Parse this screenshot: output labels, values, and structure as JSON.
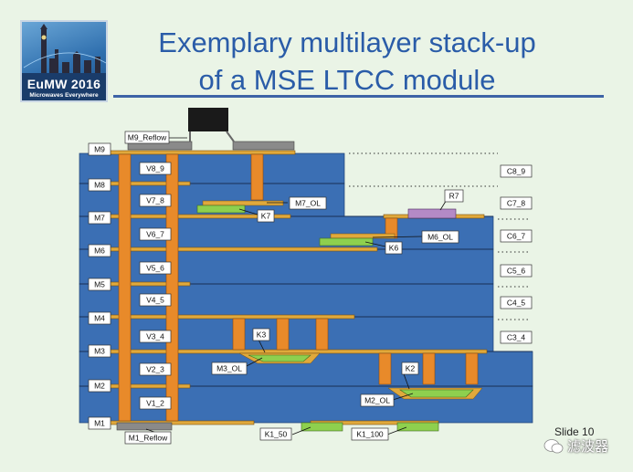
{
  "header": {
    "title_line1": "Exemplary multilayer stack-up",
    "title_line2": "of a MSE LTCC module"
  },
  "logo": {
    "name": "EuMW 2016",
    "tagline": "Microwaves Everywhere"
  },
  "diagram": {
    "metal_layers": [
      "M9",
      "M8",
      "M7",
      "M6",
      "M5",
      "M4",
      "M3",
      "M2",
      "M1"
    ],
    "via_labels": [
      "V8_9",
      "V7_8",
      "V6_7",
      "V5_6",
      "V4_5",
      "V3_4",
      "V2_3",
      "V1_2"
    ],
    "cavity_labels": [
      "C8_9",
      "C7_8",
      "C6_7",
      "C5_6",
      "C4_5",
      "C3_4"
    ],
    "resistor_labels": [
      "M7_OL",
      "M6_OL",
      "M3_OL",
      "M2_OL"
    ],
    "ground_labels": [
      "K7",
      "K6",
      "K3",
      "K2",
      "K1_50",
      "K1_100"
    ],
    "reflow_labels": [
      "M9_Reflow",
      "M1_Reflow"
    ],
    "component_label": "R7"
  },
  "footer": {
    "slide_label": "Slide 10",
    "watermark": "滤波器"
  },
  "colors": {
    "dielectric": "#3b6fb4",
    "via": "#e88a2a",
    "metal": "#e0a93c",
    "overlay": "#8ed04e",
    "component": "#b48ac6"
  }
}
